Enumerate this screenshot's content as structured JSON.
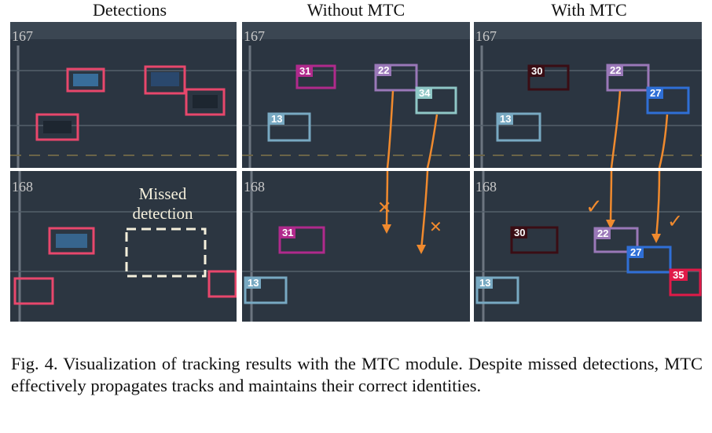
{
  "columns": [
    {
      "title": "Detections"
    },
    {
      "title": "Without MTC"
    },
    {
      "title": "With MTC"
    }
  ],
  "frames": {
    "top": "167",
    "bottom": "168"
  },
  "annotation": {
    "missed_line1": "Missed",
    "missed_line2": "detection"
  },
  "ids": {
    "without_top": [
      "31",
      "22",
      "34",
      "13"
    ],
    "without_bottom": [
      "31",
      "13"
    ],
    "with_top": [
      "30",
      "22",
      "27",
      "13"
    ],
    "with_bottom": [
      "30",
      "22",
      "27",
      "13",
      "35"
    ]
  },
  "markers": {
    "cross": "✕",
    "check": "✓"
  },
  "colors": {
    "detection_box": "#e8476c",
    "arrow": "#f08a2e",
    "id30": "#3a0d14",
    "id31": "#b02a8c",
    "id22": "#9a78b8",
    "id34": "#8fc7c6",
    "id13": "#78a9c2",
    "id27": "#2f6fd6",
    "id35": "#e01a48"
  },
  "caption": {
    "text": "Fig. 4.  Visualization of tracking results with the MTC module. Despite missed detections, MTC effectively propagates tracks and maintains their correct identities."
  }
}
